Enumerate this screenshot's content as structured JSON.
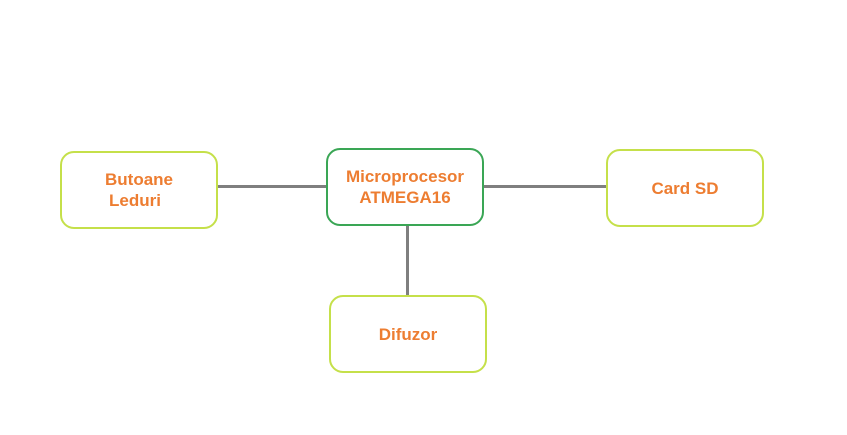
{
  "diagram": {
    "nodes": {
      "butoane": {
        "line1": "Butoane",
        "line2": "Leduri"
      },
      "micro": {
        "line1": "Microprocesor",
        "line2": "ATMEGA16"
      },
      "card": {
        "line1": "Card SD"
      },
      "difuzor": {
        "line1": "Difuzor"
      }
    },
    "colors": {
      "text": "#ed7d31",
      "primary_border": "#3aa655",
      "secondary_border": "#c5e04a",
      "connector": "#7f7f7f"
    }
  }
}
